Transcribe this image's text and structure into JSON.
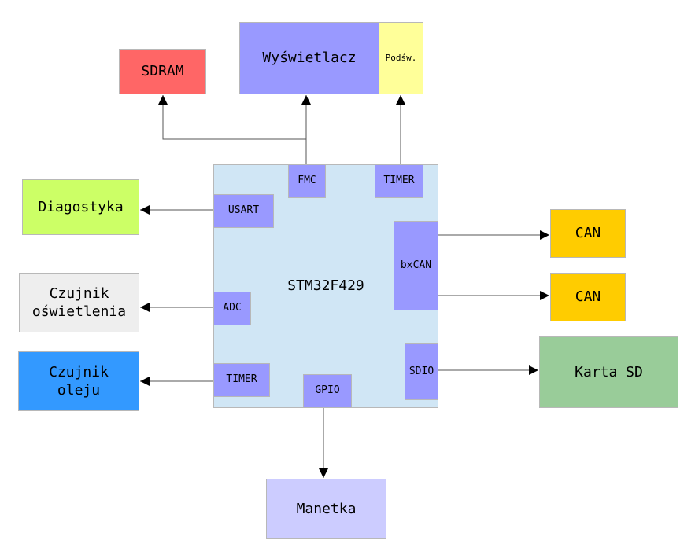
{
  "mcu": {
    "label": "STM32F429",
    "color": "#d0e6f5"
  },
  "peripherals": {
    "fmc": "FMC",
    "timer_top": "TIMER",
    "usart": "USART",
    "adc": "ADC",
    "timer_left": "TIMER",
    "gpio": "GPIO",
    "bxcan": "bxCAN",
    "sdio": "SDIO",
    "color": "#9999ff"
  },
  "devices": {
    "sdram": {
      "label": "SDRAM",
      "color": "#ff6666"
    },
    "display": {
      "label": "Wyświetlacz",
      "color": "#9999ff"
    },
    "backlight": {
      "label": "Podśw.",
      "color": "#ffff99"
    },
    "diagnostics": {
      "label": "Diagostyka",
      "color": "#ccff66"
    },
    "light_sensor": {
      "label": "Czujnik\noświetlenia",
      "color": "#eeeeee"
    },
    "oil_sensor": {
      "label": "Czujnik\noleju",
      "color": "#3399ff"
    },
    "can1": {
      "label": "CAN",
      "color": "#ffcc00"
    },
    "can2": {
      "label": "CAN",
      "color": "#ffcc00"
    },
    "sd_card": {
      "label": "Karta SD",
      "color": "#99cc99"
    },
    "joystick": {
      "label": "Manetka",
      "color": "#ccccff"
    }
  },
  "line_color": "#555555"
}
